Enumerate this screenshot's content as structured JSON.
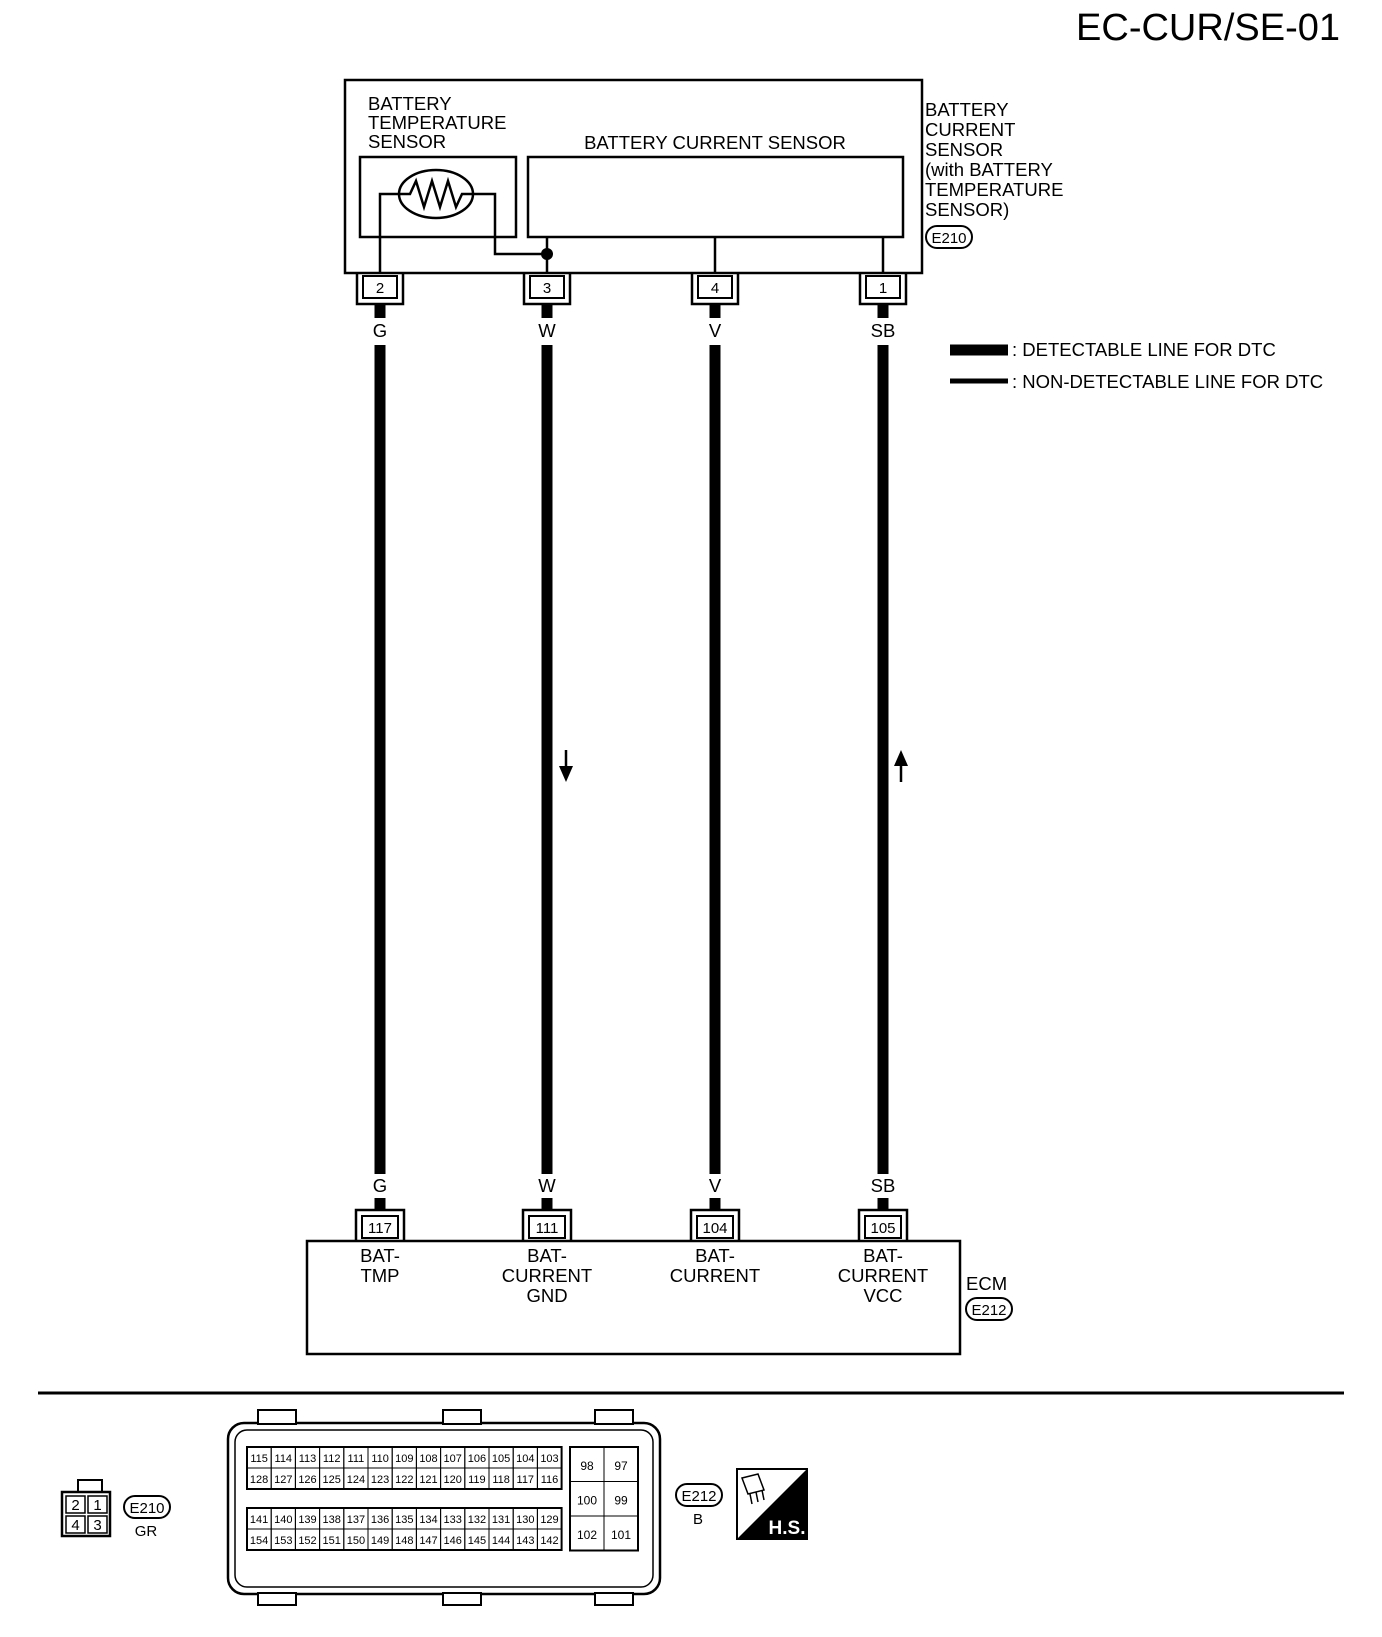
{
  "diagram_id": "EC-CUR/SE-01",
  "sensor": {
    "temp_sensor_label": [
      "BATTERY",
      "TEMPERATURE",
      "SENSOR"
    ],
    "current_sensor_label": "BATTERY CURRENT SENSOR",
    "component_label": [
      "BATTERY",
      "CURRENT",
      "SENSOR",
      "(with BATTERY",
      "TEMPERATURE",
      "SENSOR)"
    ],
    "connector_id": "E210",
    "pins": [
      "2",
      "3",
      "4",
      "1"
    ]
  },
  "wires": [
    {
      "color_code": "G",
      "from_pin": "2",
      "to_pin": "117",
      "ecm_label": [
        "BAT-",
        "TMP"
      ],
      "arrow": ""
    },
    {
      "color_code": "W",
      "from_pin": "3",
      "to_pin": "111",
      "ecm_label": [
        "BAT-",
        "CURRENT",
        "GND"
      ],
      "arrow": "down"
    },
    {
      "color_code": "V",
      "from_pin": "4",
      "to_pin": "104",
      "ecm_label": [
        "BAT-",
        "CURRENT"
      ],
      "arrow": ""
    },
    {
      "color_code": "SB",
      "from_pin": "1",
      "to_pin": "105",
      "ecm_label": [
        "BAT-",
        "CURRENT",
        "VCC"
      ],
      "arrow": "up"
    }
  ],
  "legend": {
    "detectable": ": DETECTABLE LINE FOR DTC",
    "non_detectable": ": NON-DETECTABLE LINE FOR DTC"
  },
  "ecm": {
    "label": "ECM",
    "connector_id": "E212"
  },
  "connector_views": {
    "e210": {
      "id": "E210",
      "color": "GR",
      "pins": [
        [
          "2",
          "1"
        ],
        [
          "4",
          "3"
        ]
      ]
    },
    "e212": {
      "id": "E212",
      "color": "B",
      "upper_rows": [
        [
          "115",
          "114",
          "113",
          "112",
          "111",
          "110",
          "109",
          "108",
          "107",
          "106",
          "105",
          "104",
          "103"
        ],
        [
          "128",
          "127",
          "126",
          "125",
          "124",
          "123",
          "122",
          "121",
          "120",
          "119",
          "118",
          "117",
          "116"
        ]
      ],
      "lower_rows": [
        [
          "141",
          "140",
          "139",
          "138",
          "137",
          "136",
          "135",
          "134",
          "133",
          "132",
          "131",
          "130",
          "129"
        ],
        [
          "154",
          "153",
          "152",
          "151",
          "150",
          "149",
          "148",
          "147",
          "146",
          "145",
          "144",
          "143",
          "142"
        ]
      ],
      "side_rows": [
        [
          "98",
          "97"
        ],
        [
          "100",
          "99"
        ],
        [
          "102",
          "101"
        ]
      ]
    },
    "hs_symbol_text": "H.S."
  }
}
